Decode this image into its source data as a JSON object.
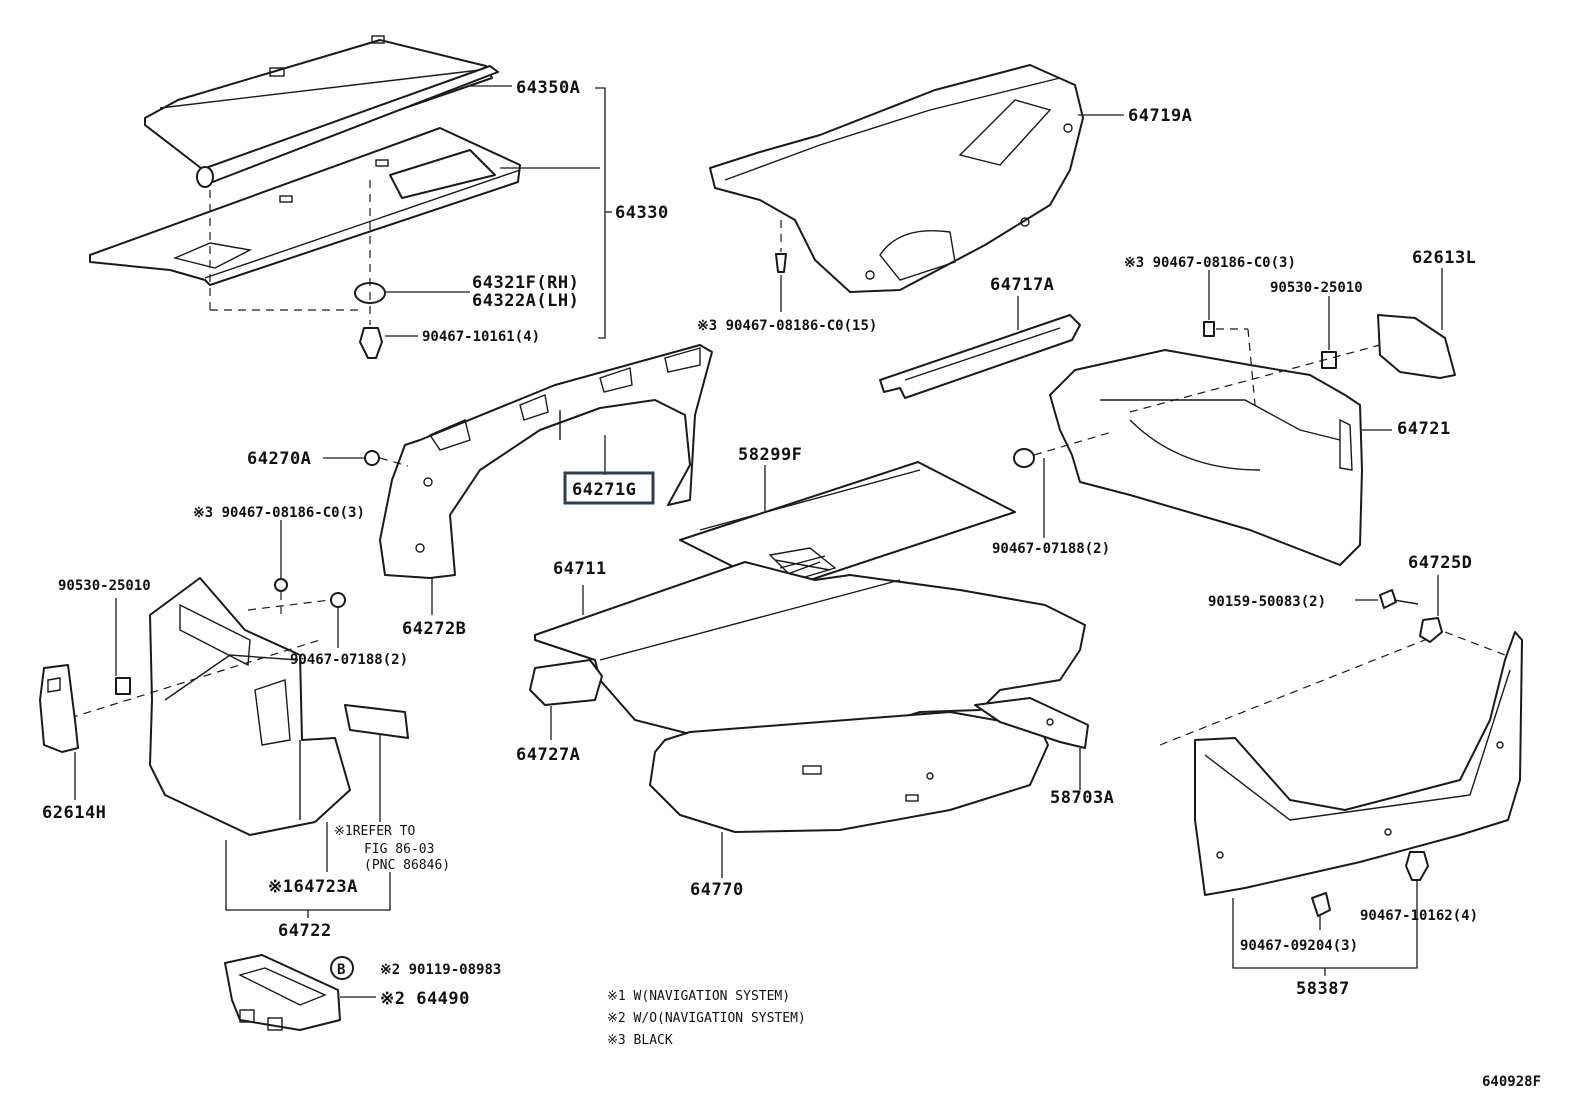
{
  "parts": {
    "p64350A": "64350A",
    "p64330": "64330",
    "p64321F": "64321F(RH)",
    "p64322A": "64322A(LH)",
    "p90467_10161": "90467-10161(4)",
    "p64719A": "64719A",
    "p90467_08186_15": "※3 90467-08186-C0(15)",
    "p64717A": "64717A",
    "p90467_08186_3_right": "※3 90467-08186-C0(3)",
    "p62613L": "62613L",
    "p90530_25010_right": "90530-25010",
    "p64721": "64721",
    "p64270A": "64270A",
    "p64271G": "64271G",
    "p58299F": "58299F",
    "p90467_07188_right": "90467-07188(2)",
    "p90467_08186_3_left": "※3 90467-08186-C0(3)",
    "p90530_25010_left": "90530-25010",
    "p64711": "64711",
    "p64272B": "64272B",
    "p90467_07188_left": "90467-07188(2)",
    "p64725D": "64725D",
    "p90159_50083": "90159-50083(2)",
    "p64727A": "64727A",
    "p62614H": "62614H",
    "p58703A": "58703A",
    "refer_line1": "※1REFER TO",
    "refer_line2": "FIG 86-03",
    "refer_line3": "(PNC 86846)",
    "p64723A": "※164723A",
    "p64770": "64770",
    "p90467_10162": "90467-10162(4)",
    "p64722": "64722",
    "p90467_09204": "90467-09204(3)",
    "b_marker": "B",
    "p90119_08983": "※2 90119-08983",
    "p64490": "※2 64490",
    "p58387": "58387"
  },
  "notes": [
    "※1 W(NAVIGATION SYSTEM)",
    "※2 W/O(NAVIGATION SYSTEM)",
    "※3 BLACK"
  ],
  "figure_code": "640928F",
  "highlighted_part": "64271G",
  "colors": {
    "line": "#1a1a1a",
    "highlight": "#2c3e50",
    "background": "#ffffff"
  }
}
